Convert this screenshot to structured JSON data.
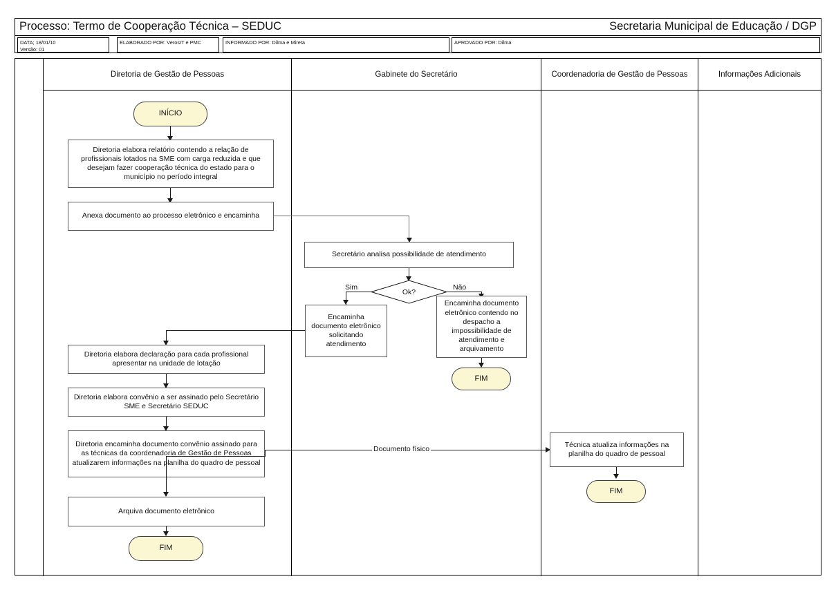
{
  "header": {
    "process_title": "Processo: Termo de Cooperação Técnica – SEDUC",
    "organization": "Secretaria Municipal de Educação / DGP",
    "meta": {
      "date_line1": "DATA; 18/01/10",
      "date_line2": "Versão: 01",
      "elaborado": "ELABORADO POR: VerosIT e PMC",
      "informado": "INFORMADO POR: Dilma e Mireta",
      "aprovado": "APROVADO POR:  Dilma"
    }
  },
  "lanes": [
    {
      "id": "spacer",
      "label": ""
    },
    {
      "id": "diretoria-gestao-pessoas",
      "label": "Diretoria de Gestão de Pessoas"
    },
    {
      "id": "gabinete-secretario",
      "label": "Gabinete do Secretário"
    },
    {
      "id": "coordenadoria-gestao-pessoas",
      "label": "Coordenadoria de Gestão de Pessoas"
    },
    {
      "id": "informacoes-adicionais",
      "label": "Informações Adicionais"
    }
  ],
  "nodes": {
    "start": "INÍCIO",
    "d1": "Diretoria elabora relatório contendo a relação de profissionais lotados na SME com carga reduzida e que desejam fazer cooperação técnica do estado para o município no período integral",
    "d2": "Anexa documento ao processo eletrônico e encaminha",
    "g1": "Secretário analisa possibilidade de atendimento",
    "g_decision": "Ok?",
    "g_yes_box": "Encaminha documento eletrônico solicitando atendimento",
    "g_no_box": "Encaminha documento eletrônico contendo no despacho a impossibilidade de atendimento e arquivamento",
    "g_end": "FIM",
    "d3": "Diretoria elabora declaração para cada profissional apresentar na unidade de lotação",
    "d4": "Diretoria elabora convênio a ser assinado pelo Secretário SME e Secretário SEDUC",
    "d5": "Diretoria encaminha documento convênio assinado para as técnicas da coordenadoria de Gestão de Pessoas atualizarem informações na planilha do quadro de pessoal",
    "d6": "Arquiva documento eletrônico",
    "d_end": "FIM",
    "c1": "Técnica atualiza informações na planilha do quadro de pessoal",
    "c_end": "FIM"
  },
  "edge_labels": {
    "yes": "Sim",
    "no": "Não",
    "documento_fisico": "Documento físico"
  },
  "colors": {
    "terminator_fill": "#FAF7D2",
    "shape_border": "#595959",
    "connector": "#1a1a1a",
    "page_background": "#ffffff"
  }
}
